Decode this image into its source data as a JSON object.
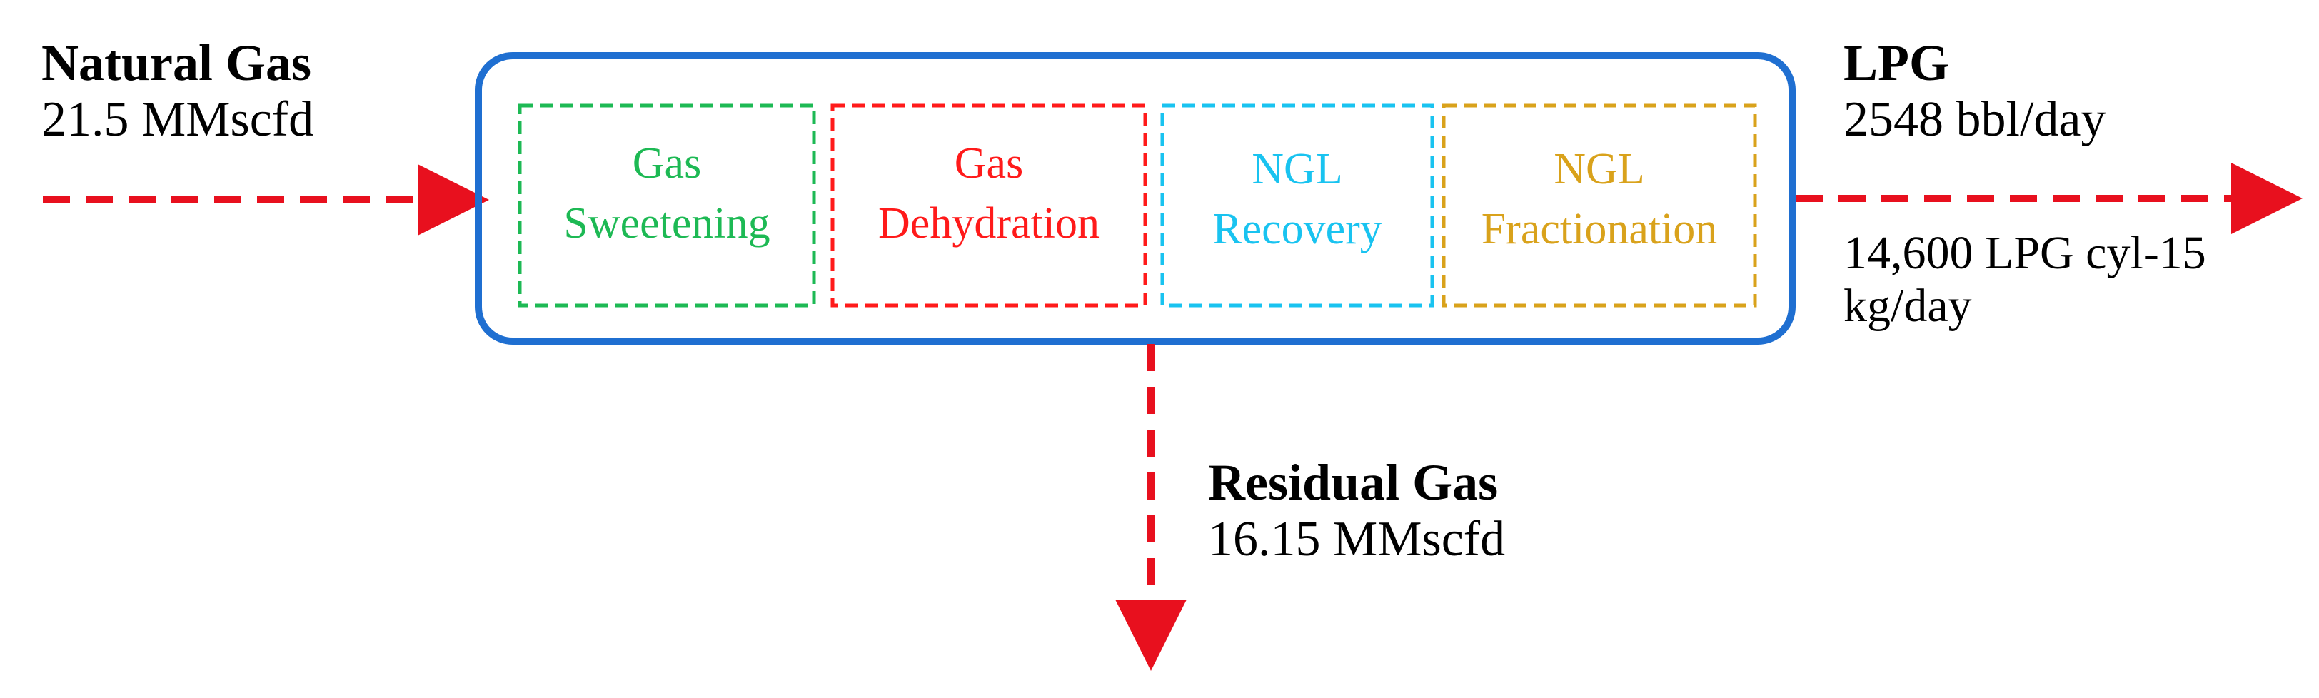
{
  "inlet": {
    "title": "Natural Gas",
    "value": "21.5 MMscfd"
  },
  "outlet_lpg": {
    "title": "LPG",
    "value": "2548 bbl/day",
    "note_line1": "14,600 LPG cyl-15",
    "note_line2": "kg/day"
  },
  "outlet_residual": {
    "title": "Residual Gas",
    "value": "16.15 MMscfd"
  },
  "stages": [
    {
      "line1": "Gas",
      "line2": "Sweetening",
      "color": "#1db954"
    },
    {
      "line1": "Gas",
      "line2": "Dehydration",
      "color": "#ff1a1a"
    },
    {
      "line1": "NGL",
      "line2": "Recovery",
      "color": "#19c3f0"
    },
    {
      "line1": "NGL",
      "line2": "Fractionation",
      "color": "#d9a21b"
    }
  ],
  "colors": {
    "plant_border": "#1f6fd1",
    "flow_arrow": "#e8101e",
    "text": "#000000"
  }
}
